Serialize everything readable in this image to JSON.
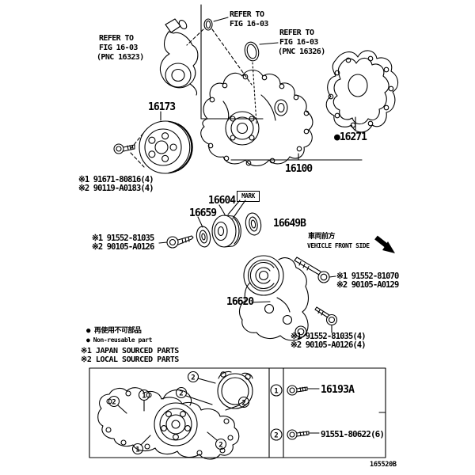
{
  "figure_code": "165520B",
  "refer_notes": {
    "inlet": {
      "l1": "REFER TO",
      "l2": "FIG 16-03",
      "l3": "(PNC 16323)"
    },
    "oring_small": {
      "l1": "REFER TO",
      "l2": "FIG 16-03"
    },
    "oring_large": {
      "l1": "REFER TO",
      "l2": "FIG 16-03",
      "l3": "(PNC 16326)"
    }
  },
  "part_labels": {
    "crank_pulley": "16173",
    "water_pump_assy": "16100",
    "gasket": "●16271",
    "idler_pulley": "16604",
    "mark_tag": "MARK",
    "plate_washer": "16659",
    "tensioner_assy": "16649B",
    "tensioner_bracket": "16620"
  },
  "fastener_notes": {
    "crank_pulley_bolt": {
      "l1": "※1 91671-80816(4)",
      "l2": "※2 90119-A0183(4)"
    },
    "idler_bolt": {
      "l1": "※1 91552-81035",
      "l2": "※2 90105-A0126"
    },
    "tensioner_upper_bolt": {
      "l1": "※1 91552-81070",
      "l2": "※2 90105-A0129"
    },
    "tensioner_lower_bolt": {
      "l1": "※1 91552-81035(4)",
      "l2": "※2 90105-A0126(4)"
    }
  },
  "orientation": {
    "jp": "車両前方",
    "en": "VEHICLE FRONT SIDE"
  },
  "legend": {
    "l1": "● 再使用不可部品",
    "l2": "● Non-reusable part",
    "l3": "※1 JAPAN SOURCED PARTS",
    "l4": "※2 LOCAL SOURCED PARTS"
  },
  "fastener_table": {
    "rows": [
      {
        "no": "1",
        "part": "16193A"
      },
      {
        "no": "2",
        "part": "91551-80622(6)"
      }
    ]
  },
  "bottom_view_callouts": [
    "2",
    "1",
    "2",
    "2",
    "2",
    "1",
    "2"
  ]
}
